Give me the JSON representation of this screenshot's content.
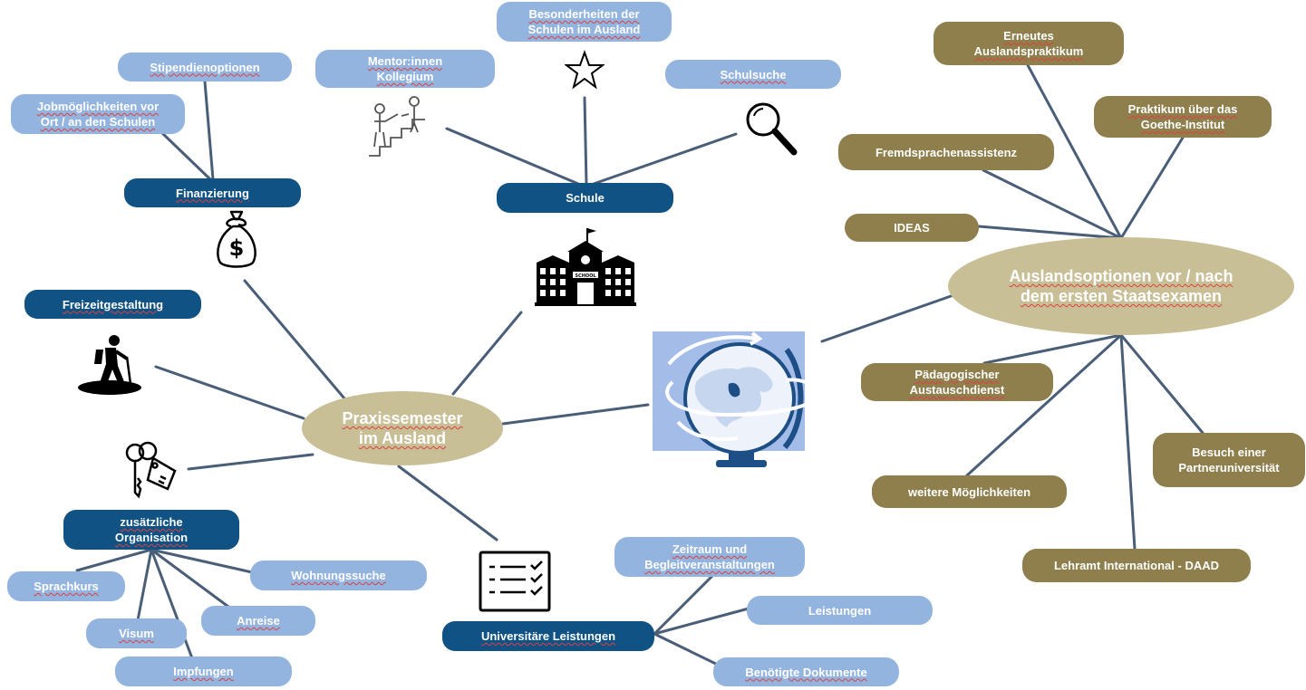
{
  "center": {
    "label": "Praxissemester\nim Ausland"
  },
  "abroad": {
    "label": "Auslandsoptionen vor / nach\ndem ersten Staatsexamen"
  },
  "finanzierung": {
    "label": "Finanzierung",
    "children": [
      "Stipendienoptionen",
      "Jobmöglichkeiten vor\nOrt / an den Schulen"
    ]
  },
  "schule": {
    "label": "Schule",
    "children": [
      "Besonderheiten der\nSchulen im Ausland",
      "Mentor:innen\nKollegium",
      "Schulsuche"
    ]
  },
  "freizeit": {
    "label": "Freizeitgestaltung"
  },
  "organisation": {
    "label": "zusätzliche\nOrganisation",
    "children": [
      "Sprachkurs",
      "Wohnungssuche",
      "Visum",
      "Anreise",
      "Impfungen"
    ]
  },
  "uni": {
    "label": "Universitäre Leistungen",
    "children": [
      "Zeitraum und\nBegleitveranstaltungen",
      "Leistungen",
      "Benötigte Dokumente"
    ]
  },
  "options": [
    "Erneutes\nAuslandspraktikum",
    "Praktikum über das\nGoethe-Institut",
    "Fremdsprachenassistenz",
    "IDEAS",
    "Pädagogischer\nAustauschdienst",
    "Besuch einer\nPartneruniversität",
    "weitere Möglichkeiten",
    "Lehramt International - DAAD"
  ],
  "icons": {
    "finanzierung": "money-bag-icon",
    "schule": "school-building-icon",
    "freizeit": "hiker-icon",
    "organisation": "keys-tag-icon",
    "uni": "checklist-icon",
    "mentor": "mentor-stairs-icon",
    "besonderheiten": "star-icon",
    "schulsuche": "magnifier-icon",
    "center_link": "globe-icon"
  },
  "colors": {
    "dark_blue": "#0f5283",
    "light_blue": "#93b4df",
    "olive": "#8e7f4c",
    "beige": "#c9bf96",
    "line": "#4a5e78"
  }
}
